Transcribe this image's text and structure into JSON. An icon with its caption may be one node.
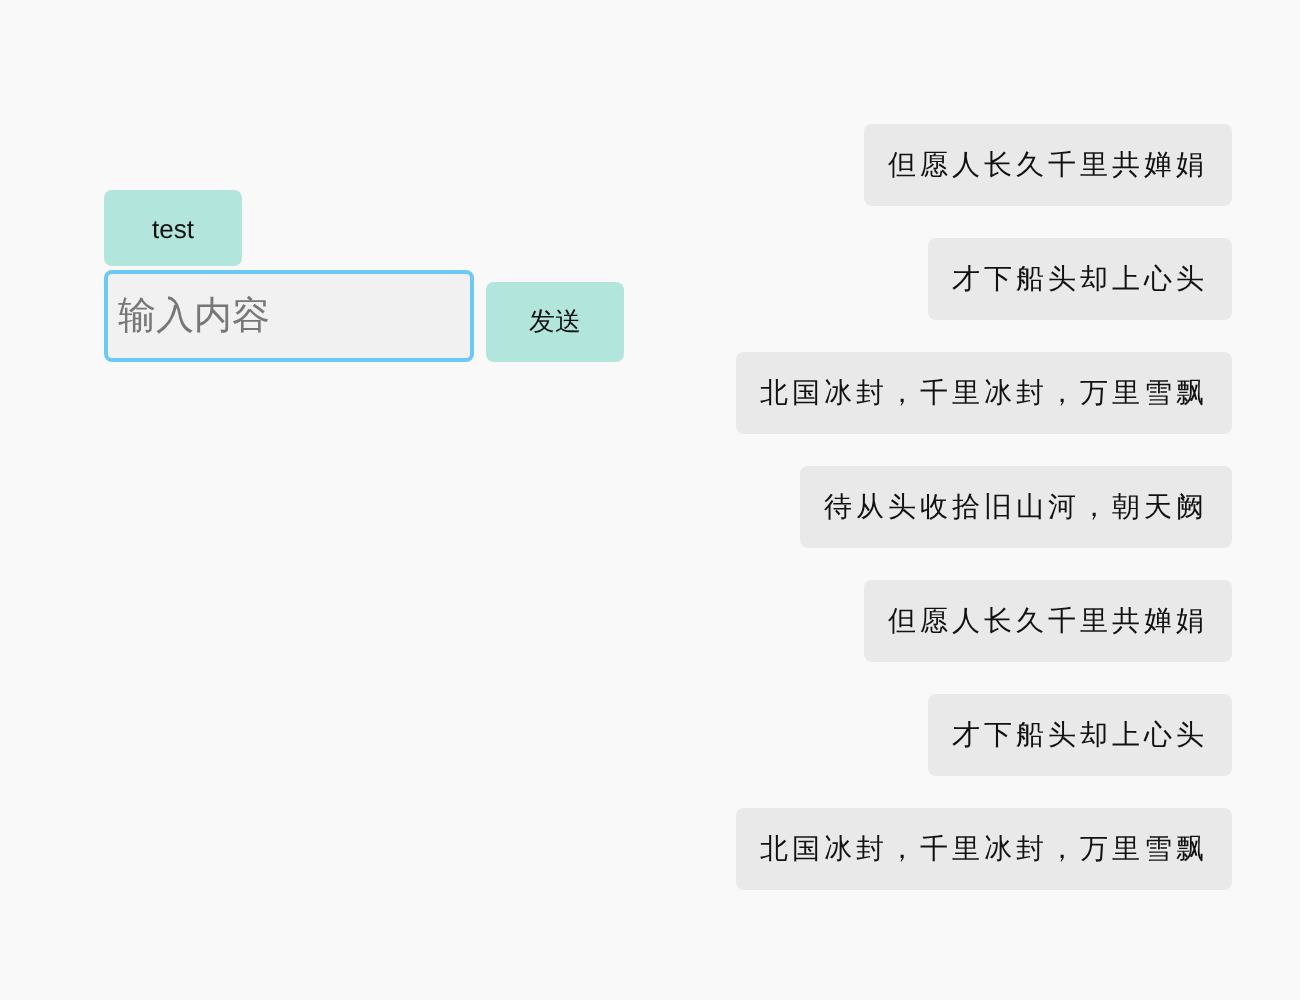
{
  "diagram": {
    "nodes": [
      {
        "text": [
          "test"
        ]
      },
      {
        "text": [
          "输入内容"
        ]
      },
      {
        "text": [
          "发送"
        ]
      },
      {
        "text": [
          "但愿人长久千里共婵娟"
        ]
      },
      {
        "text": [
          "才下船头却上心头"
        ]
      },
      {
        "text": [
          "北国冰封，千里冰封，万里雪飘"
        ]
      },
      {
        "text": [
          "待从头收拾旧山河，朝天阙"
        ]
      },
      {
        "text": [
          "但愿人长久千里共婵娟"
        ]
      },
      {
        "text": [
          "才下船头却上心头"
        ]
      },
      {
        "text": [
          "北国冰封，千里冰封，万里雪飘"
        ]
      }
    ]
  }
}
